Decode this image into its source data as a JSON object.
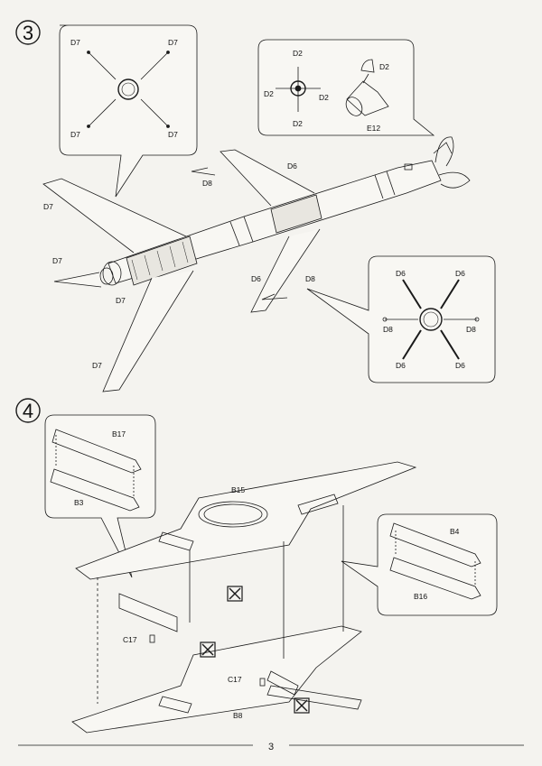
{
  "step3": {
    "number": "3",
    "callout_tail_fins": {
      "labels": [
        "D7",
        "D7",
        "D7",
        "D7"
      ]
    },
    "callout_nose": {
      "cross_labels": [
        "D2",
        "D2",
        "D2",
        "D2"
      ],
      "cap_label": "D2",
      "nose_label": "E12"
    },
    "callout_mid_fins": {
      "labels": [
        "D6",
        "D6",
        "D8",
        "D8",
        "D6",
        "D6"
      ]
    },
    "main_labels": {
      "d6_top": "D6",
      "d8_top": "D8",
      "d7_left": "D7",
      "d7_tail": "D7",
      "d7_mid": "D7",
      "d7_bottom": "D7",
      "d6_lower": "D6",
      "d8_lower": "D8"
    }
  },
  "step4": {
    "number": "4",
    "inset_left": {
      "top": "B17",
      "bottom": "B3"
    },
    "inset_right": {
      "top": "B4",
      "bottom": "B16"
    },
    "main_labels": {
      "top_frame": "B15",
      "c17_left": "C17",
      "c17_right": "C17",
      "bottom_frame": "B8"
    }
  },
  "page_number": "3",
  "colors": {
    "ink": "#1a1a1a",
    "paper": "#f4f3ef"
  }
}
